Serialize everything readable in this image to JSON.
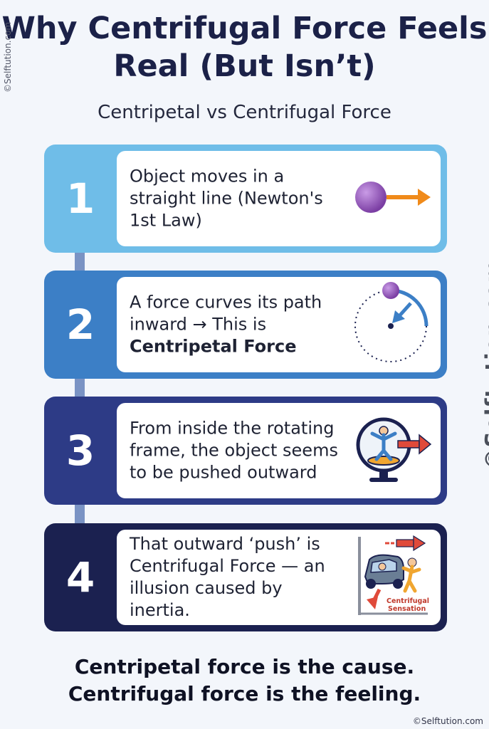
{
  "title": "Why Centrifugal Force Feels Real (But Isn’t)",
  "subtitle": "Centripetal vs Centrifugal Force",
  "watermark_side": "©Selftution.com",
  "watermark_big": "©Selftution.com",
  "steps": [
    {
      "number": "1",
      "text": "Object moves in a straight line (Newton's 1st Law)",
      "bold": "",
      "icon": "ball-arrow-icon"
    },
    {
      "number": "2",
      "text": "A force curves its path inward → This is",
      "bold": "Centripetal Force",
      "icon": "circular-path-icon"
    },
    {
      "number": "3",
      "text": "From inside the rotating frame, the object seems to be pushed outward",
      "bold": "",
      "icon": "person-rotor-icon"
    },
    {
      "number": "4",
      "text": "That outward ‘push’ is Centrifugal Force — an illusion caused by inertia.",
      "bold": "",
      "icon": "car-turn-icon",
      "icon_label": "Centrifugal Sensation"
    }
  ],
  "footer": {
    "line1": "Centripetal force is the cause.",
    "line2": "Centrifugal force is the feeling."
  },
  "credit": "©Selftution.com",
  "colors": {
    "step1": "#6fbde8",
    "step2": "#3c7fc6",
    "step3": "#2d3b86",
    "step4": "#1b2150",
    "arrow": "#f08a1a",
    "ball": "#8e4fb3"
  }
}
